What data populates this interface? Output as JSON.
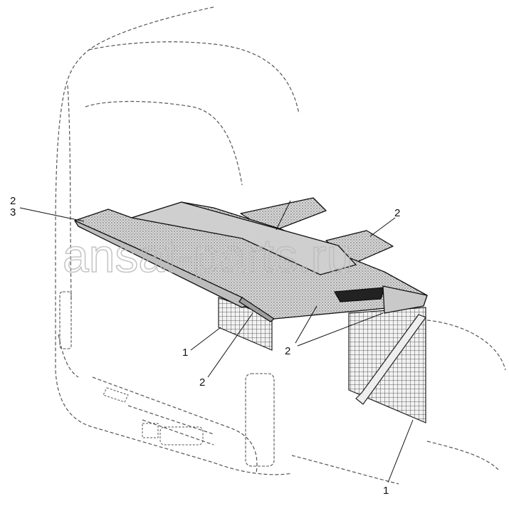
{
  "diagram": {
    "callouts": [
      {
        "id": "c23",
        "lines": [
          "2",
          "3"
        ]
      },
      {
        "id": "c2-top-right",
        "lines": [
          "2"
        ]
      },
      {
        "id": "c1-left",
        "lines": [
          "1"
        ]
      },
      {
        "id": "c2-bottom-left",
        "lines": [
          "2"
        ]
      },
      {
        "id": "c2-center",
        "lines": [
          "2"
        ]
      },
      {
        "id": "c1-bottom",
        "lines": [
          "1"
        ]
      }
    ],
    "watermark": "ansat-parts.ru"
  }
}
